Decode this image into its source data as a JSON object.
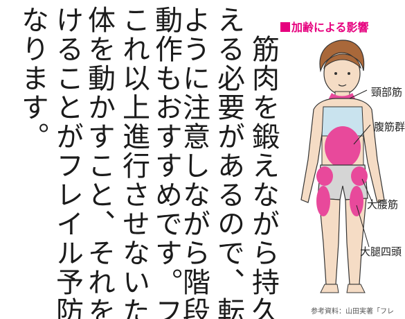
{
  "paragraph": {
    "columns": [
      "　筋肉を鍛えながら持久力も鍛",
      "える必要があるので、転倒しない",
      "ように注意しながら階段を上る",
      "動作もおすすめです。フレイルを",
      "これ以上進行させないためにも",
      "体を動かすこと、それを毎日続",
      "けることがフレイル予防の基本と",
      "なります。"
    ]
  },
  "figure": {
    "title": "加齢による影響",
    "labels": {
      "neck": "頸部筋",
      "abdomen": "腹筋群",
      "gluteus": "大腰筋",
      "thigh": "大腿四頭"
    },
    "source": "参考資料：山田実著「フレ"
  },
  "colors": {
    "highlight": "#e6007e",
    "highlight_area": "#e8499b",
    "skin": "#f5dcc5",
    "shorts": "#d5d5d5",
    "top": "#c9e3ee"
  }
}
